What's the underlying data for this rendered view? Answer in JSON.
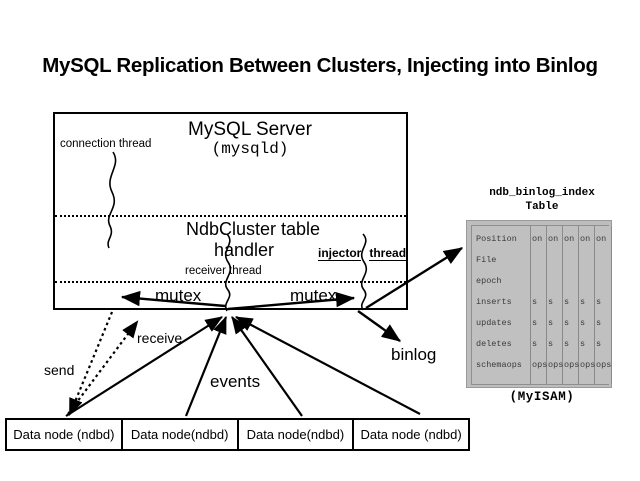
{
  "title": "MySQL Replication Between Clusters, Injecting into Binlog",
  "server": {
    "name": "MySQL Server",
    "process": "(mysqld)",
    "connection_thread_label": "connection thread",
    "handler_line1": "NdbCluster table",
    "handler_line2": "handler",
    "receiver_thread_label": "receiver thread",
    "injector_thread_word1": "injector",
    "injector_thread_word2": "thread",
    "mutex_left": "mutex",
    "mutex_right": "mutex"
  },
  "flows": {
    "send": "send",
    "receive": "receive",
    "events": "events",
    "binlog": "binlog"
  },
  "binlog_table": {
    "caption_line1": "ndb_binlog_index",
    "caption_line2": "Table",
    "engine": "(MyISAM)",
    "rows": [
      {
        "label": "Position",
        "fragment": "on"
      },
      {
        "label": "File",
        "fragment": ""
      },
      {
        "label": "epoch",
        "fragment": ""
      },
      {
        "label": "inserts",
        "fragment": "s"
      },
      {
        "label": "updates",
        "fragment": "s"
      },
      {
        "label": "deletes",
        "fragment": "s"
      },
      {
        "label": "schemaops",
        "fragment": "ops"
      }
    ],
    "column_count": 5
  },
  "data_nodes": [
    {
      "label": "Data node (ndbd)"
    },
    {
      "label": "Data node(ndbd)"
    },
    {
      "label": "Data node(ndbd)"
    },
    {
      "label": "Data node (ndbd)"
    }
  ],
  "colors": {
    "background": "#ffffff",
    "ink": "#000000",
    "table_fill": "#c0c0c0",
    "table_border": "#8a8a8a",
    "table_text": "#3a3a3a"
  }
}
